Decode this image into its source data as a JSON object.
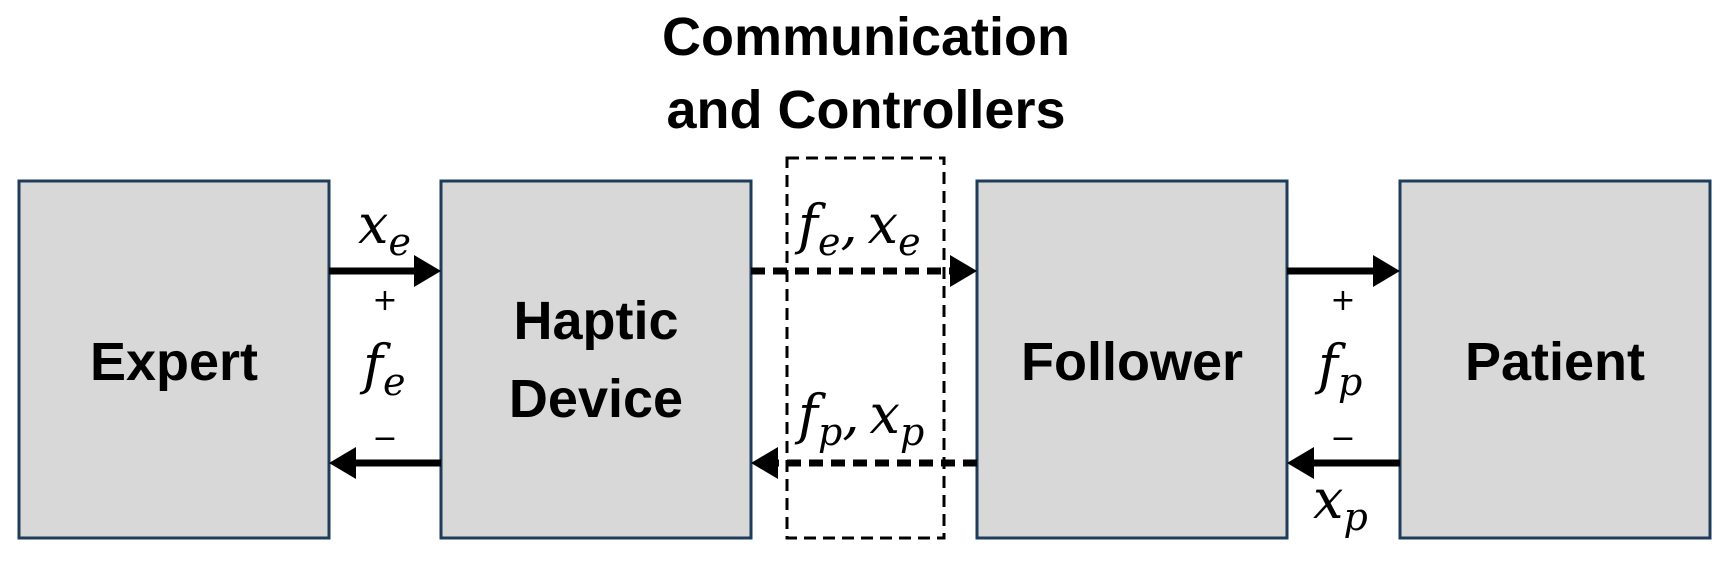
{
  "title": {
    "line1": "Communication",
    "line2": "and Controllers"
  },
  "blocks": {
    "expert": "Expert",
    "haptic_line1": "Haptic",
    "haptic_line2": "Device",
    "follower": "Follower",
    "patient": "Patient"
  },
  "signals": {
    "expert_haptic": {
      "top": {
        "base": "x",
        "sub": "e"
      },
      "middle": {
        "base": "f",
        "sub": "e"
      },
      "plus": "+",
      "minus": "−"
    },
    "comm_forward": {
      "base1": "f",
      "sub1": "e",
      "sep": ",",
      "base2": "x",
      "sub2": "e"
    },
    "comm_backward": {
      "base1": "f",
      "sub1": "p",
      "sep": ",",
      "base2": "x",
      "sub2": "p"
    },
    "follower_patient": {
      "middle": {
        "base": "f",
        "sub": "p"
      },
      "bottom": {
        "base": "x",
        "sub": "p"
      },
      "plus": "+",
      "minus": "−"
    }
  }
}
